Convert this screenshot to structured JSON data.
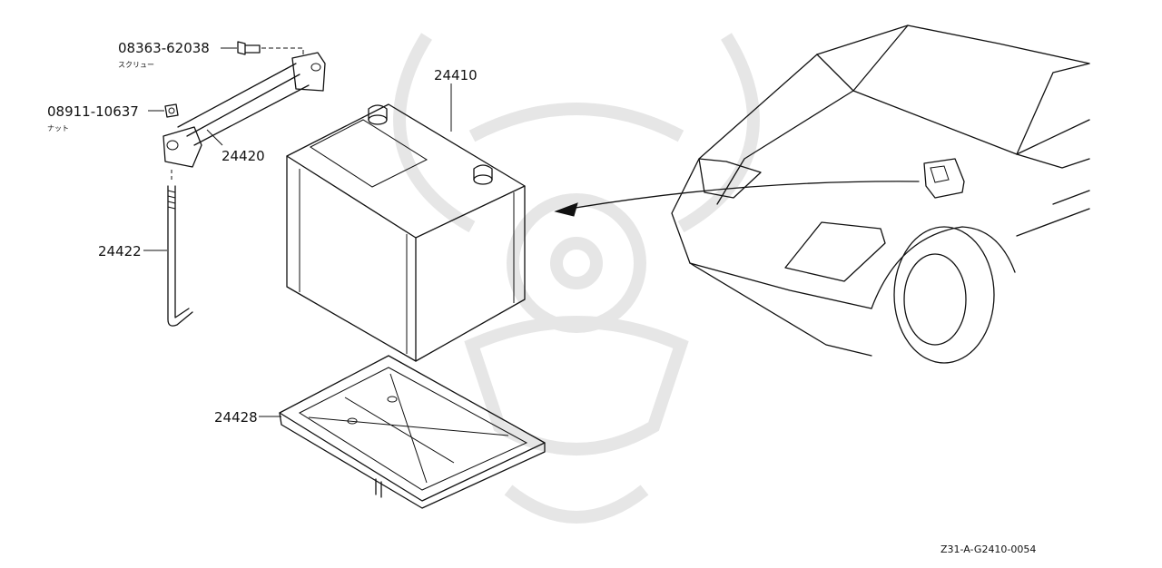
{
  "parts": [
    {
      "id": "screw",
      "number": "08363-62038",
      "sub": "スクリュー"
    },
    {
      "id": "nut",
      "number": "08911-10637",
      "sub": "ナット"
    },
    {
      "id": "battery",
      "number": "24410"
    },
    {
      "id": "frame",
      "number": "24420"
    },
    {
      "id": "rod",
      "number": "24422"
    },
    {
      "id": "tray",
      "number": "24428"
    }
  ],
  "diagram_code": "Z31-A-G2410-0054",
  "colors": {
    "line": "#111111",
    "watermark": "#e6e6e6",
    "background": "#ffffff"
  }
}
